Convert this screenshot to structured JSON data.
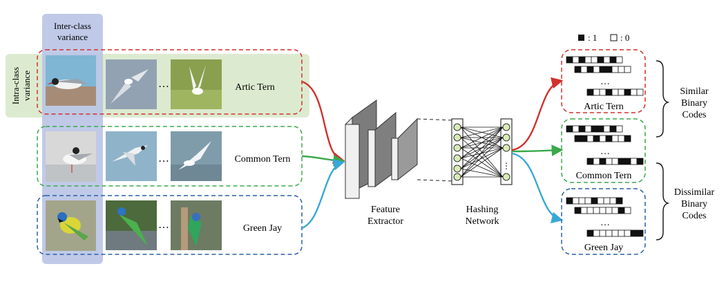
{
  "header": {
    "inter_class_line1": "Inter-class",
    "inter_class_line2": "variance",
    "intra_class_line1": "Intra-class",
    "intra_class_line2": "variance"
  },
  "legend": {
    "filled_label": ": 1",
    "empty_label": ": 0"
  },
  "classes": [
    {
      "name": "Artic Tern",
      "color": "#d0312d",
      "ellipsis": "…"
    },
    {
      "name": "Common Tern",
      "color": "#3aa84a",
      "ellipsis": "…"
    },
    {
      "name": "Green Jay",
      "color": "#2b5fa8",
      "ellipsis": "…"
    }
  ],
  "stages": {
    "feature_line1": "Feature",
    "feature_line2": "Extractor",
    "hashing_line1": "Hashing",
    "hashing_line2": "Network",
    "node_ellipsis": "⋮"
  },
  "codes": [
    {
      "name": "Artic Tern",
      "color": "#d0312d",
      "rows": [
        [
          1,
          0,
          1,
          0,
          0,
          1,
          0,
          1,
          0
        ],
        [
          1,
          0,
          1,
          0,
          1,
          1,
          0,
          0,
          0
        ],
        [
          1,
          0,
          0,
          1,
          0,
          0,
          1,
          0,
          0
        ]
      ],
      "ellipsis": "…"
    },
    {
      "name": "Common Tern",
      "color": "#3aa84a",
      "rows": [
        [
          1,
          0,
          1,
          0,
          1,
          1,
          0,
          1,
          0
        ],
        [
          1,
          1,
          0,
          1,
          0,
          1,
          0,
          0,
          1
        ],
        [
          1,
          0,
          1,
          0,
          0,
          1,
          1,
          0,
          1
        ]
      ],
      "ellipsis": "…"
    },
    {
      "name": "Green Jay",
      "color": "#2b5fa8",
      "rows": [
        [
          1,
          0,
          0,
          0,
          1,
          0,
          0,
          0,
          1
        ],
        [
          1,
          0,
          0,
          0,
          0,
          0,
          0,
          1,
          0
        ],
        [
          1,
          0,
          0,
          0,
          0,
          0,
          0,
          1,
          1
        ]
      ],
      "ellipsis": "…"
    }
  ],
  "braces": {
    "similar": [
      "Similar",
      "Binary",
      "Codes"
    ],
    "dissimilar": [
      "Dissimilar",
      "Binary",
      "Codes"
    ]
  },
  "colors": {
    "intra_band": "#dcebd0",
    "inter_band": "#b9c4e6",
    "artic": "#d0312d",
    "common": "#3aa84a",
    "greenjay": "#2b5fa8",
    "flow_blue": "#38a7d6"
  }
}
